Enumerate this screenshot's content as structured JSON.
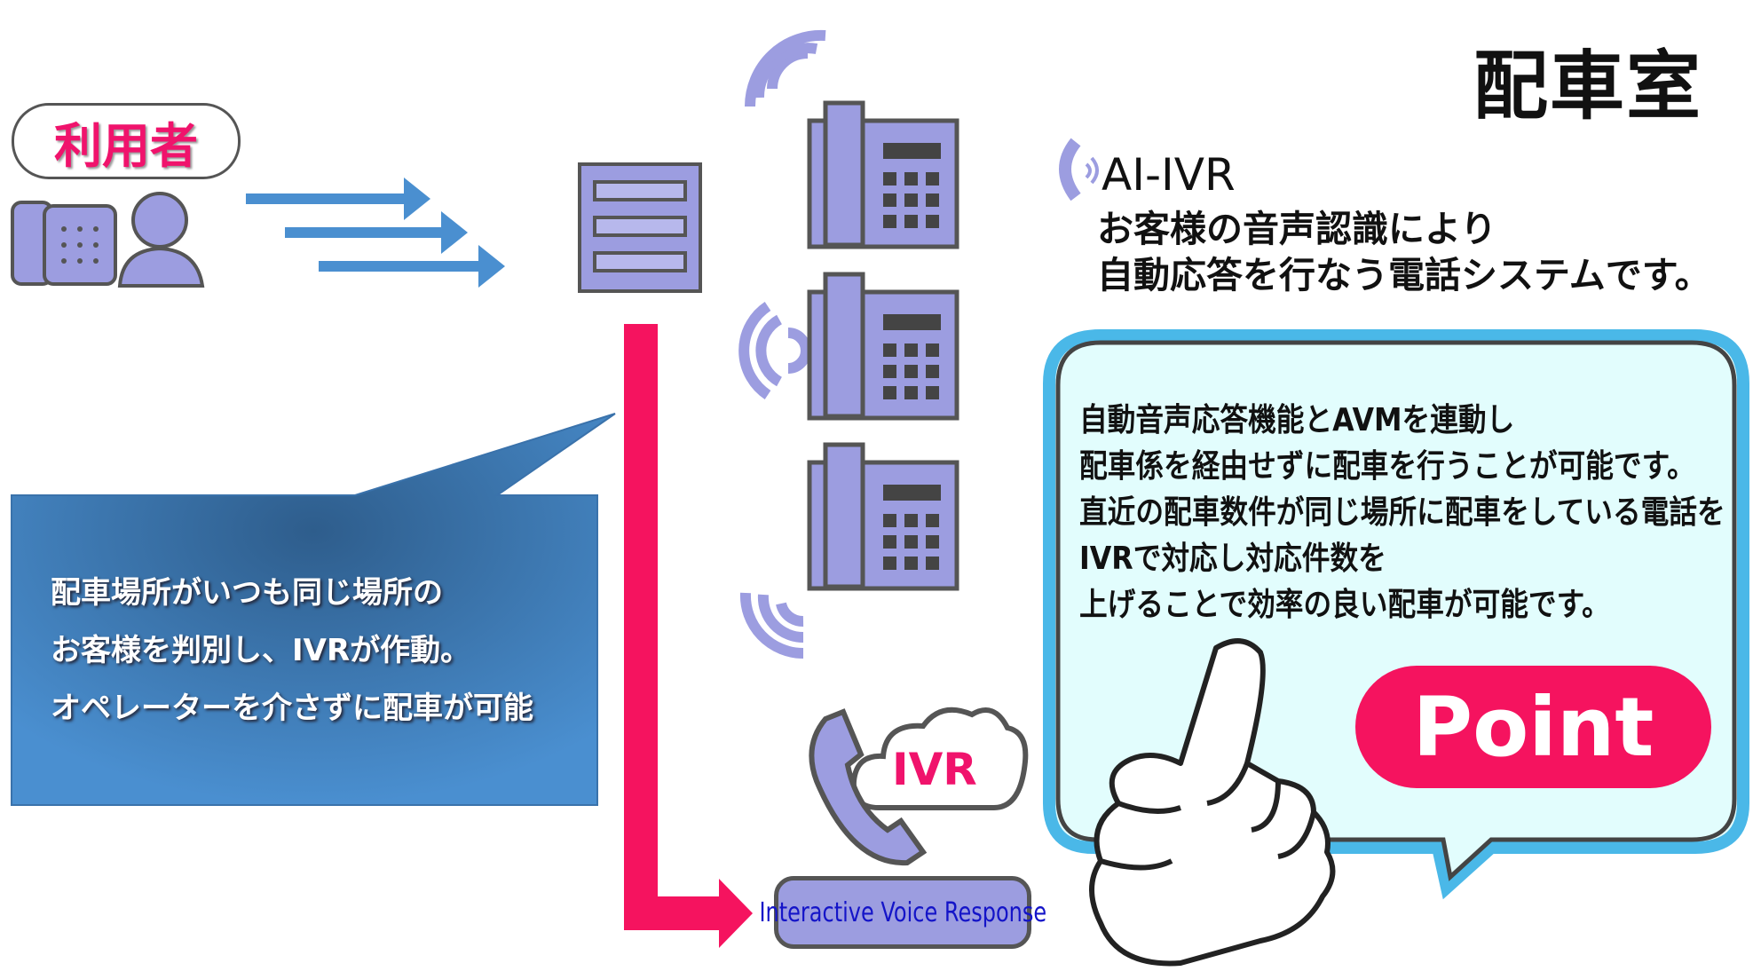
{
  "title": "配車室",
  "user_label": "利用者",
  "callout": {
    "lines": [
      "配車場所がいつも同じ場所の",
      "お客様を判別し、IVRが作動。",
      "オペレーターを介さずに配車が可能"
    ]
  },
  "ai_ivr": {
    "title": "AI-IVR",
    "lines": [
      "お客様の音声認識により",
      "自動応答を行なう電話システムです。"
    ]
  },
  "bubble": {
    "lines": [
      "自動音声応答機能とAVMを連動し",
      "配車係を経由せずに配車を行うことが可能です。",
      "直近の配車数件が同じ場所に配車をしている電話を",
      "IVRで対応し対応件数を",
      "上げることで効率の良い配車が可能です。"
    ],
    "badge": "Point"
  },
  "ivr": {
    "cloud_label": "IVR",
    "pill_label": "Interactive Voice Response"
  },
  "colors": {
    "accent_pink": "#f5135f",
    "icon_purple": "#9c9de0",
    "arrow_blue": "#4a8fd0",
    "callout_blue": "#3f7fc0",
    "bubble_fill": "#e2fdfd",
    "bubble_border": "#4ab8e8"
  }
}
